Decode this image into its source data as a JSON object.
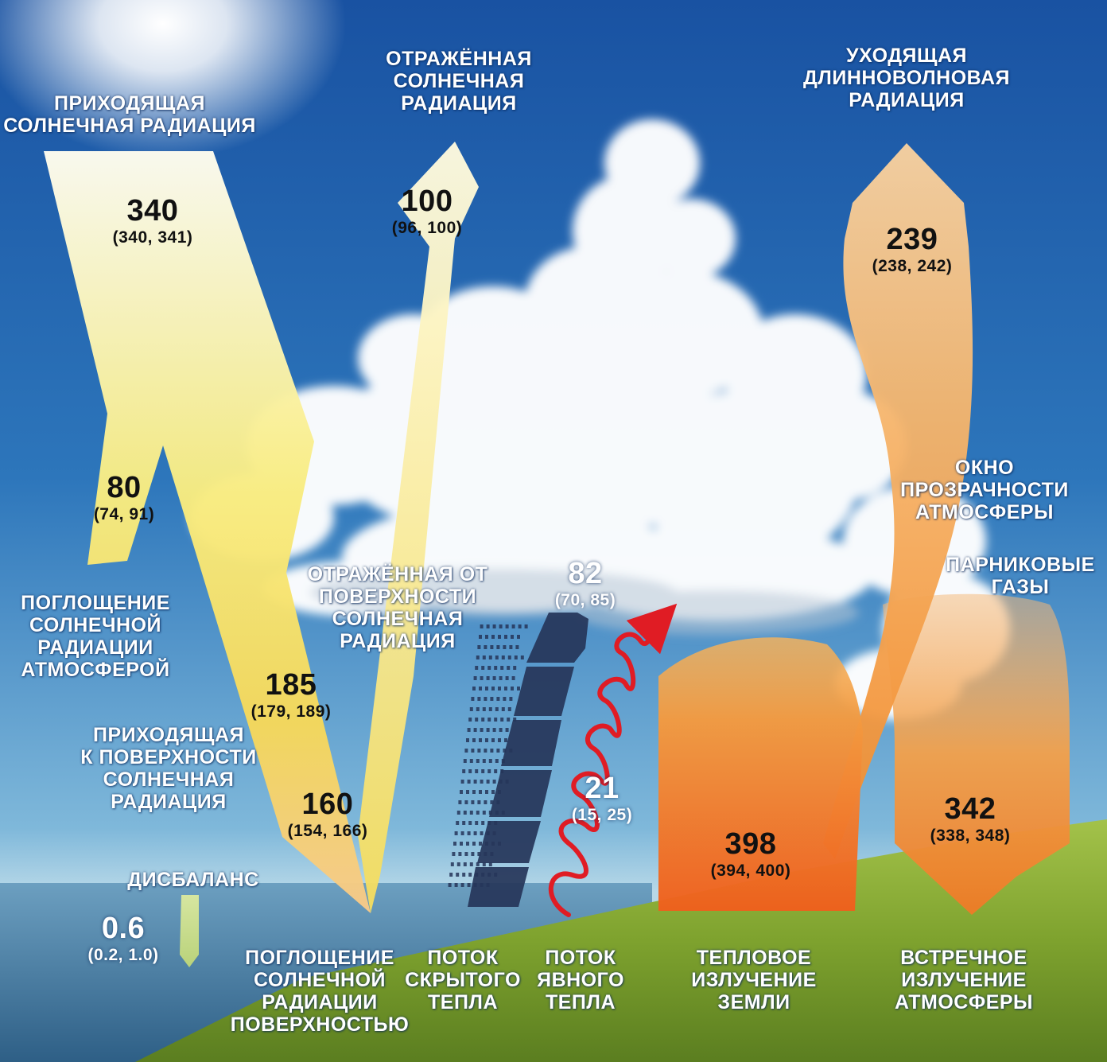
{
  "labels": {
    "incoming_solar": [
      "ПРИХОДЯЩАЯ",
      "СОЛНЕЧНАЯ РАДИАЦИЯ"
    ],
    "reflected_solar": [
      "ОТРАЖЁННАЯ",
      "СОЛНЕЧНАЯ",
      "РАДИАЦИЯ"
    ],
    "outgoing_longwave": [
      "УХОДЯЩАЯ",
      "ДЛИННОВОЛНОВАЯ",
      "РАДИАЦИЯ"
    ],
    "atmospheric_window": [
      "ОКНО",
      "ПРОЗРАЧНОСТИ",
      "АТМОСФЕРЫ"
    ],
    "greenhouse_gases": [
      "ПАРНИКОВЫЕ",
      "ГАЗЫ"
    ],
    "absorbed_atmosphere": [
      "ПОГЛОЩЕНИЕ",
      "СОЛНЕЧНОЙ",
      "РАДИАЦИИ",
      "АТМОСФЕРОЙ"
    ],
    "incoming_surface": [
      "ПРИХОДЯЩАЯ",
      "К ПОВЕРХНОСТИ",
      "СОЛНЕЧНАЯ",
      "РАДИАЦИЯ"
    ],
    "reflected_surface": [
      "ОТРАЖЁННАЯ ОТ",
      "ПОВЕРХНОСТИ",
      "СОЛНЕЧНАЯ",
      "РАДИАЦИЯ"
    ],
    "imbalance": "ДИСБАЛАНС",
    "absorbed_surface": [
      "ПОГЛОЩЕНИЕ",
      "СОЛНЕЧНОЙ",
      "РАДИАЦИИ",
      "ПОВЕРХНОСТЬЮ"
    ],
    "latent_heat": [
      "ПОТОК",
      "СКРЫТОГО",
      "ТЕПЛА"
    ],
    "sensible_heat": [
      "ПОТОК",
      "ЯВНОГО",
      "ТЕПЛА"
    ],
    "earth_thermal": [
      "ТЕПЛОВОЕ",
      "ИЗЛУЧЕНИЕ",
      "ЗЕМЛИ"
    ],
    "back_radiation": [
      "ВСТРЕЧНОЕ",
      "ИЗЛУЧЕНИЕ",
      "АТМОСФЕРЫ"
    ]
  },
  "values": {
    "incoming_solar": {
      "value": "340",
      "range": "(340, 341)"
    },
    "reflected_solar": {
      "value": "100",
      "range": "(96, 100)"
    },
    "outgoing_longwave": {
      "value": "239",
      "range": "(238, 242)"
    },
    "absorbed_atmosphere": {
      "value": "80",
      "range": "(74, 91)"
    },
    "incoming_surface": {
      "value": "185",
      "range": "(179, 189)"
    },
    "absorbed_surface": {
      "value": "160",
      "range": "(154, 166)"
    },
    "latent_heat": {
      "value": "82",
      "range": "(70, 85)"
    },
    "sensible_heat": {
      "value": "21",
      "range": "(15, 25)"
    },
    "earth_thermal": {
      "value": "398",
      "range": "(394, 400)"
    },
    "back_radiation": {
      "value": "342",
      "range": "(338, 348)"
    },
    "imbalance": {
      "value": "0.6",
      "range": "(0.2, 1.0)"
    }
  },
  "colors": {
    "sky_top": "#1a56a6",
    "sky_horizon": "#8ec3de",
    "sea": "#3f77a0",
    "grass": "#8ab034",
    "solar_arrow_light": "#fdfbe0",
    "solar_arrow": "#f6e45a",
    "thermal_orange": "#f08a2a",
    "thermal_red": "#ee6a1f",
    "sensible_heat": "#e01c24",
    "latent_heat": "#26365a"
  }
}
